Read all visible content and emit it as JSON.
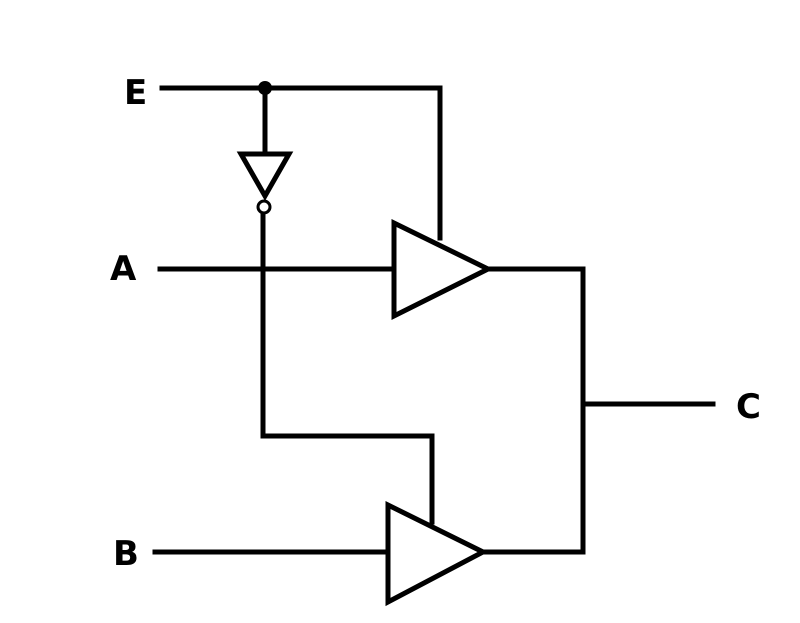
{
  "labels": {
    "e": "E",
    "a": "A",
    "b": "B",
    "c": "C"
  },
  "colors": {
    "line": "#000000",
    "background": "#ffffff"
  }
}
